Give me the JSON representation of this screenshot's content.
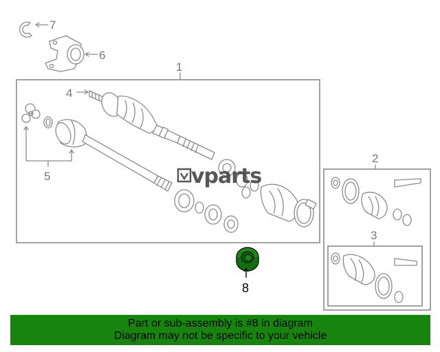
{
  "callouts": {
    "c1": "1",
    "c2": "2",
    "c3": "3",
    "c4": "4",
    "c5": "5",
    "c6": "6",
    "c7": "7",
    "c8": "8"
  },
  "watermark": "vparts",
  "footer": {
    "line1": "Part or sub-assembly is #8 in diagram",
    "line2": "Diagram may not be specific to your vehicle"
  },
  "colors": {
    "footer_bg": "#17840e",
    "highlight_part": "#1a8a12"
  },
  "icons": {
    "watermark_logo": "vparts-logo-icon"
  }
}
